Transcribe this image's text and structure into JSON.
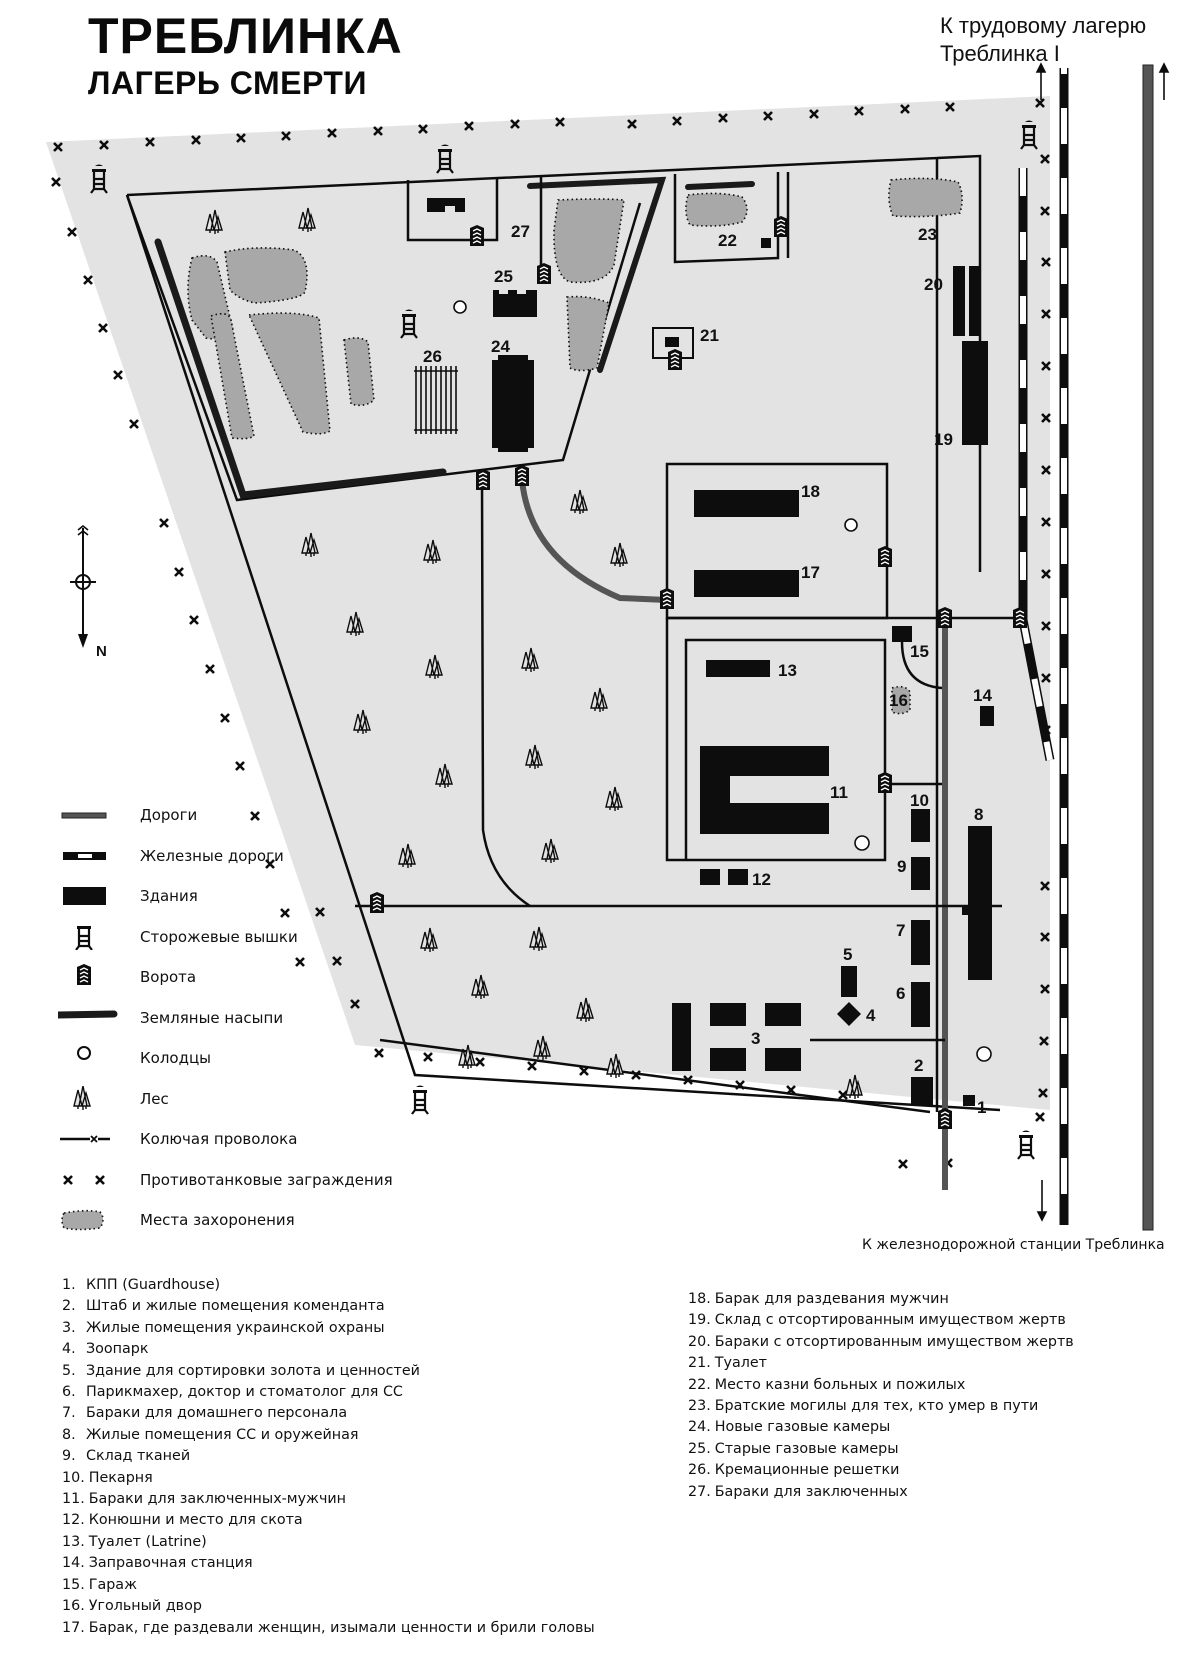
{
  "header": {
    "title": "ТРЕБЛИНКА",
    "subtitle": "ЛАГЕРЬ СМЕРТИ"
  },
  "directions": {
    "to_labor_camp_line1": "К трудовому лагерю",
    "to_labor_camp_line2": "Треблинка I",
    "to_station": "К железнодорожной станции Треблинка"
  },
  "compass": {
    "north_label": "N"
  },
  "map_labels": {
    "l1": "1",
    "l2": "2",
    "l3": "3",
    "l4": "4",
    "l5": "5",
    "l6": "6",
    "l7": "7",
    "l8": "8",
    "l9": "9",
    "l10": "10",
    "l11": "11",
    "l12": "12",
    "l13": "13",
    "l14": "14",
    "l15": "15",
    "l16": "16",
    "l17": "17",
    "l18": "18",
    "l19": "19",
    "l20": "20",
    "l21": "21",
    "l22": "22",
    "l23": "23",
    "l24": "24",
    "l25": "25",
    "l26": "26",
    "l27": "27"
  },
  "legend": {
    "items": [
      {
        "symbol": "road-icon",
        "label": "Дороги"
      },
      {
        "symbol": "railway-icon",
        "label": "Железные дороги"
      },
      {
        "symbol": "building-icon",
        "label": "Здания"
      },
      {
        "symbol": "watchtower-icon",
        "label": "Сторожевые вышки"
      },
      {
        "symbol": "gate-icon",
        "label": "Ворота"
      },
      {
        "symbol": "earth-embankment-icon",
        "label": "Земляные насыпи"
      },
      {
        "symbol": "well-icon",
        "label": "Колодцы"
      },
      {
        "symbol": "forest-icon",
        "label": "Лес"
      },
      {
        "symbol": "barbed-wire-icon",
        "label": "Колючая проволока"
      },
      {
        "symbol": "anti-tank-barrier-icon",
        "label": "Противотанковые заграждения"
      },
      {
        "symbol": "burial-site-icon",
        "label": "Места захоронения"
      }
    ]
  },
  "key": {
    "left": [
      {
        "num": "1.",
        "text": "КПП (Guardhouse)"
      },
      {
        "num": "2.",
        "text": "Штаб и жилые помещения коменданта"
      },
      {
        "num": "3.",
        "text": "Жилые помещения украинской охраны"
      },
      {
        "num": "4.",
        "text": "Зоопарк"
      },
      {
        "num": "5.",
        "text": "Здание для сортировки золота и ценностей"
      },
      {
        "num": "6.",
        "text": "Парикмахер, доктор и стоматолог для СС"
      },
      {
        "num": "7.",
        "text": "Бараки для домашнего персонала"
      },
      {
        "num": "8.",
        "text": "Жилые помещения СС и оружейная"
      },
      {
        "num": "9.",
        "text": "Склад тканей"
      },
      {
        "num": "10.",
        "text": "Пекарня"
      },
      {
        "num": "11.",
        "text": "Бараки для заключенных-мужчин"
      },
      {
        "num": "12.",
        "text": "Конюшни и место для скота"
      },
      {
        "num": "13.",
        "text": "Туалет (Latrine)"
      },
      {
        "num": "14.",
        "text": "Заправочная станция"
      },
      {
        "num": "15.",
        "text": "Гараж"
      },
      {
        "num": "16.",
        "text": "Угольный двор"
      },
      {
        "num": "17.",
        "text": "Барак, где раздевали женщин, изымали ценности и брили головы"
      }
    ],
    "right": [
      {
        "num": "18.",
        "text": "Барак для раздевания мужчин"
      },
      {
        "num": "19.",
        "text": "Склад с отсортированным имуществом жертв"
      },
      {
        "num": "20.",
        "text": "Бараки с отсортированным имуществом жертв"
      },
      {
        "num": "21.",
        "text": "Туалет"
      },
      {
        "num": "22.",
        "text": "Место казни больных и пожилых"
      },
      {
        "num": "23.",
        "text": "Братские могилы для тех, кто умер в пути"
      },
      {
        "num": "24.",
        "text": "Новые газовые камеры"
      },
      {
        "num": "25.",
        "text": "Старые газовые камеры"
      },
      {
        "num": "26.",
        "text": "Кремационные решетки"
      },
      {
        "num": "27.",
        "text": "Бараки для заключенных"
      }
    ]
  },
  "colors": {
    "paper": "#ffffff",
    "terrain": "#e3e3e3",
    "ink": "#0d0d0d",
    "road": "#555555",
    "burial": "#a8a8a8"
  }
}
